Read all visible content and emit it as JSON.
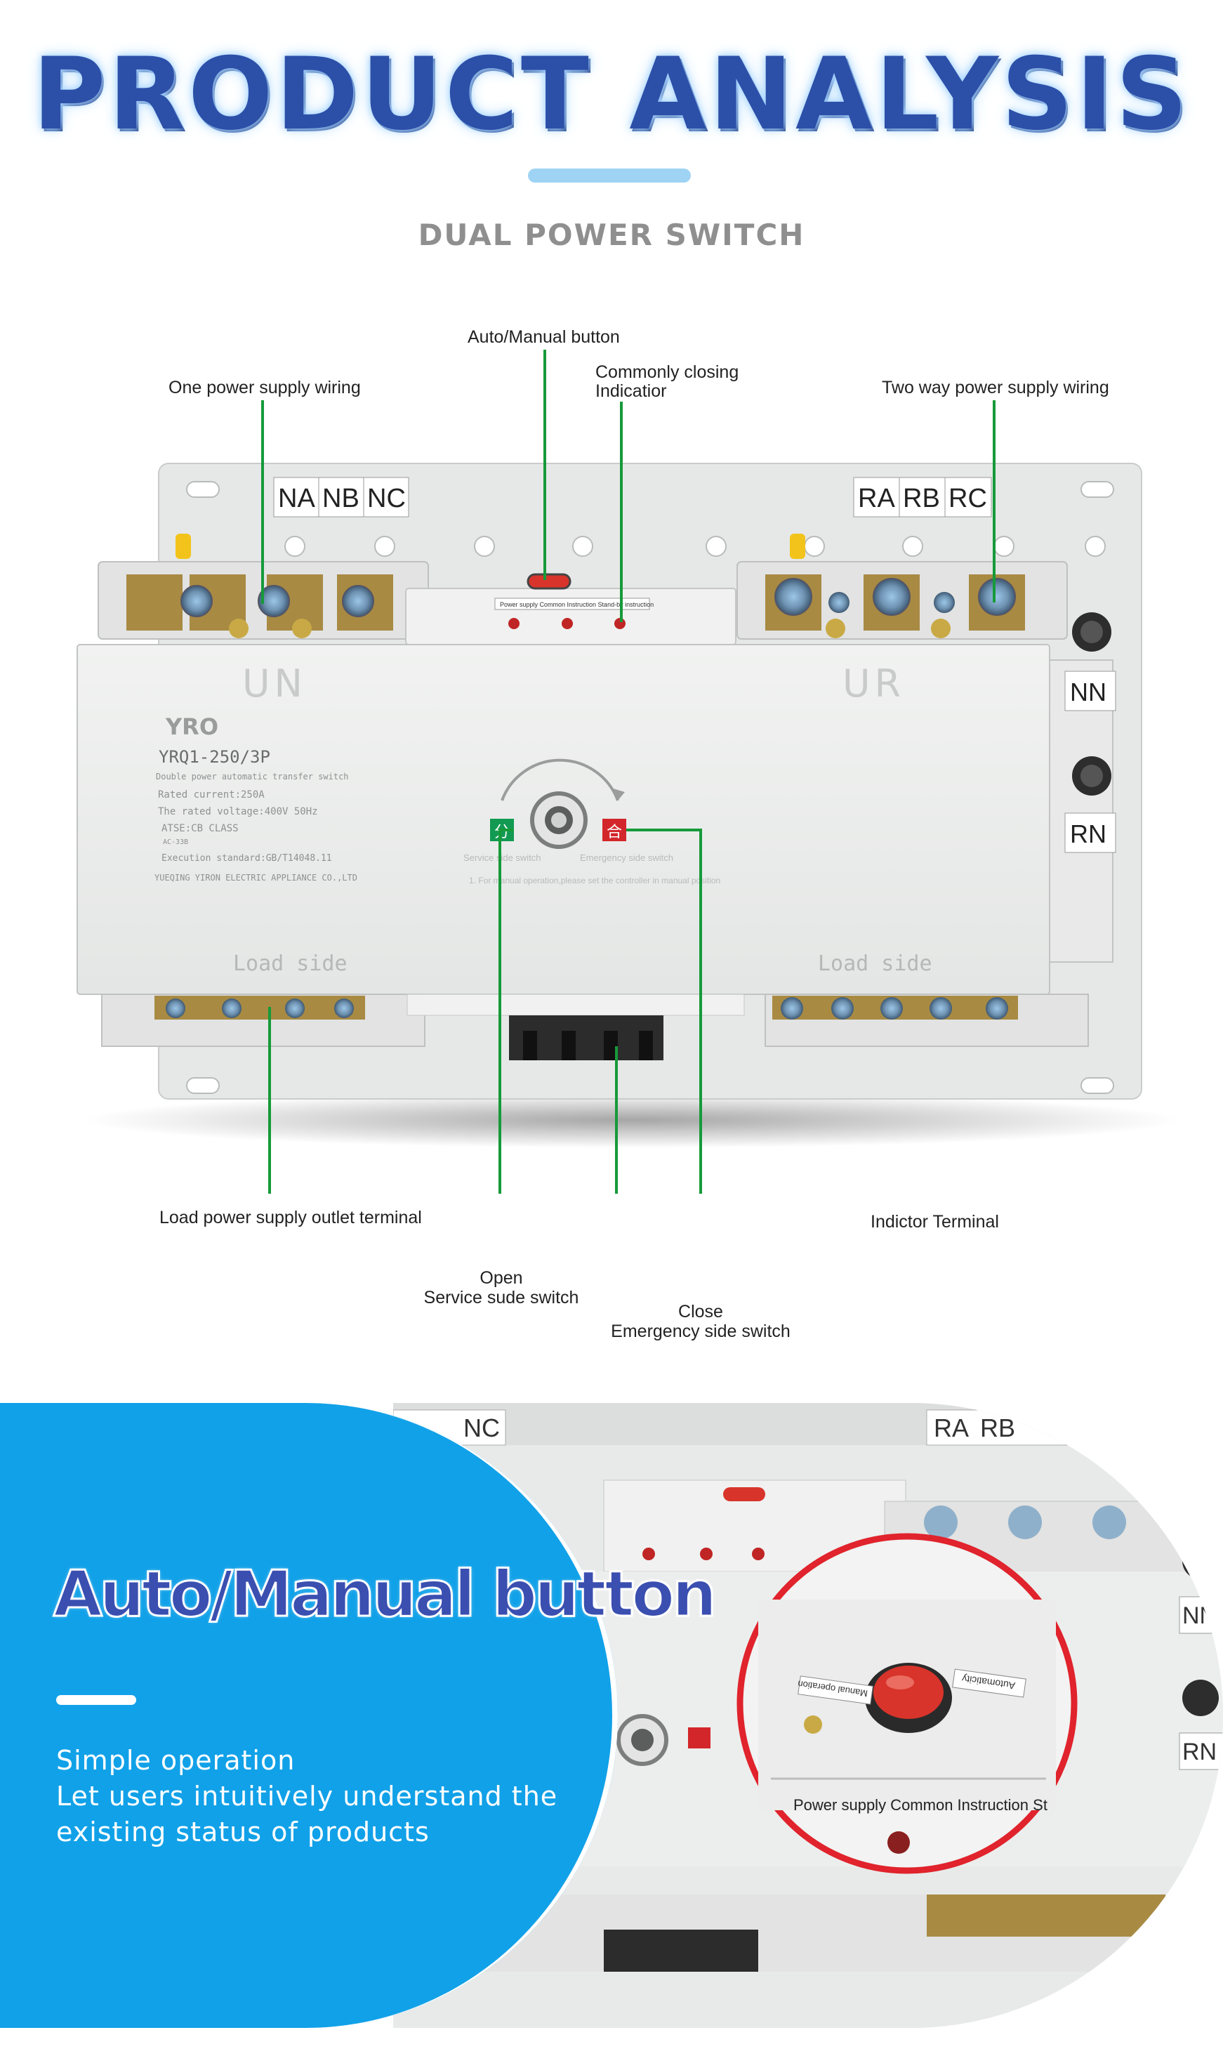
{
  "header": {
    "title": "PRODUCT ANALYSIS",
    "subtitle": "DUAL POWER SWITCH"
  },
  "callouts": {
    "auto_manual_button": "Auto/Manual button",
    "commonly_closing_line1": "Commonly closing",
    "commonly_closing_line2": "Indicatior",
    "one_power_supply_wiring": "One power supply wiring",
    "two_way_power_supply_wiring": "Two way power supply wiring",
    "load_power_outlet": "Load power supply outlet terminal",
    "indictor_terminal": "Indictor Terminal",
    "open_line1": "Open",
    "open_line2": "Service sude switch",
    "close_line1": "Close",
    "close_line2": "Emergency side switch"
  },
  "device": {
    "terminal_labels_left": [
      "NA",
      "NB",
      "NC"
    ],
    "terminal_labels_right": [
      "RA",
      "RB",
      "RC"
    ],
    "side_labels": [
      "NN",
      "RN"
    ],
    "face_label_left": "UN",
    "face_label_right": "UR",
    "load_side_left": "Load side",
    "load_side_right": "Load side",
    "brand": "YRO",
    "model": "YRQ1-250/3P",
    "spec_lines": [
      "Double power automatic transfer switch",
      "Rated current:250A",
      "The rated voltage:400V 50Hz",
      "ATSE:CB CLASS",
      "AC-33B",
      "Execution standard:GB/T14048.11",
      "YUEQING YIRON ELECTRIC APPLIANCE CO.,LTD"
    ],
    "indicator_strip": "Power supply  Common Instruction  Stand-by instruction",
    "open_mark": "分",
    "close_mark": "合",
    "service_caption": "Service side switch",
    "emergency_caption": "Emergency side switch",
    "warning_caption": "1. For manual operation,please set the controller in manual position"
  },
  "banner": {
    "heading": "Auto/Manual button",
    "lines": [
      "Simple operation",
      "Let users intuitively understand the",
      "existing status of products"
    ],
    "zoom_labels": {
      "manual": "Manual operation",
      "auto": "Automaticity",
      "strip": "Power supply   Common Instruction   St"
    },
    "photo_terminal_labels": [
      "NC",
      "RA",
      "RB"
    ],
    "photo_side_labels": [
      "NN",
      "RN"
    ]
  },
  "colors": {
    "title_blue": "#2c4fa8",
    "accent_line": "#9fd3f4",
    "callout_green": "#169a3a",
    "banner_blue": "#11a1e8",
    "zoom_ring": "#e0232c",
    "button_red": "#d8342b"
  }
}
